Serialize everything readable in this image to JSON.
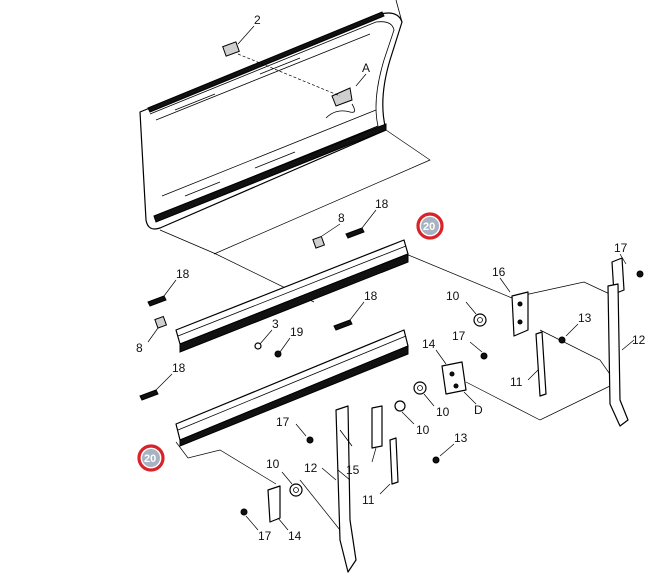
{
  "labels": {
    "top_clip": "2",
    "marker_a": "A",
    "clip_upper_8": "8",
    "screw_upper_18": "18",
    "callout_upper": "20",
    "screw_left_18": "18",
    "clip_left_8": "8",
    "pin_3": "3",
    "screw_19": "19",
    "screw_mid_18": "18",
    "screw_lower_18": "18",
    "callout_lower": "20",
    "latch_17_top": "17",
    "bracket_16": "16",
    "washer_10_right": "10",
    "bolt_13_right": "13",
    "rod_12_right": "12",
    "bolt_17_mid": "17",
    "hinge_14_right": "14",
    "cable_11_right": "11",
    "washer_10_mid": "10",
    "marker_d": "D",
    "bolt_17_left": "17",
    "washer_10_low": "10",
    "bolt_13_low": "13",
    "rod_12_left": "12",
    "washer_10_bottom": "10",
    "bracket_15": "15",
    "cable_11_low": "11",
    "bolt_17_bottom": "17",
    "hinge_14_bottom": "14"
  },
  "colors": {
    "callout_ring": "#d9232a",
    "callout_fill": "#a8b3c2",
    "line": "#000000",
    "background": "#ffffff"
  }
}
